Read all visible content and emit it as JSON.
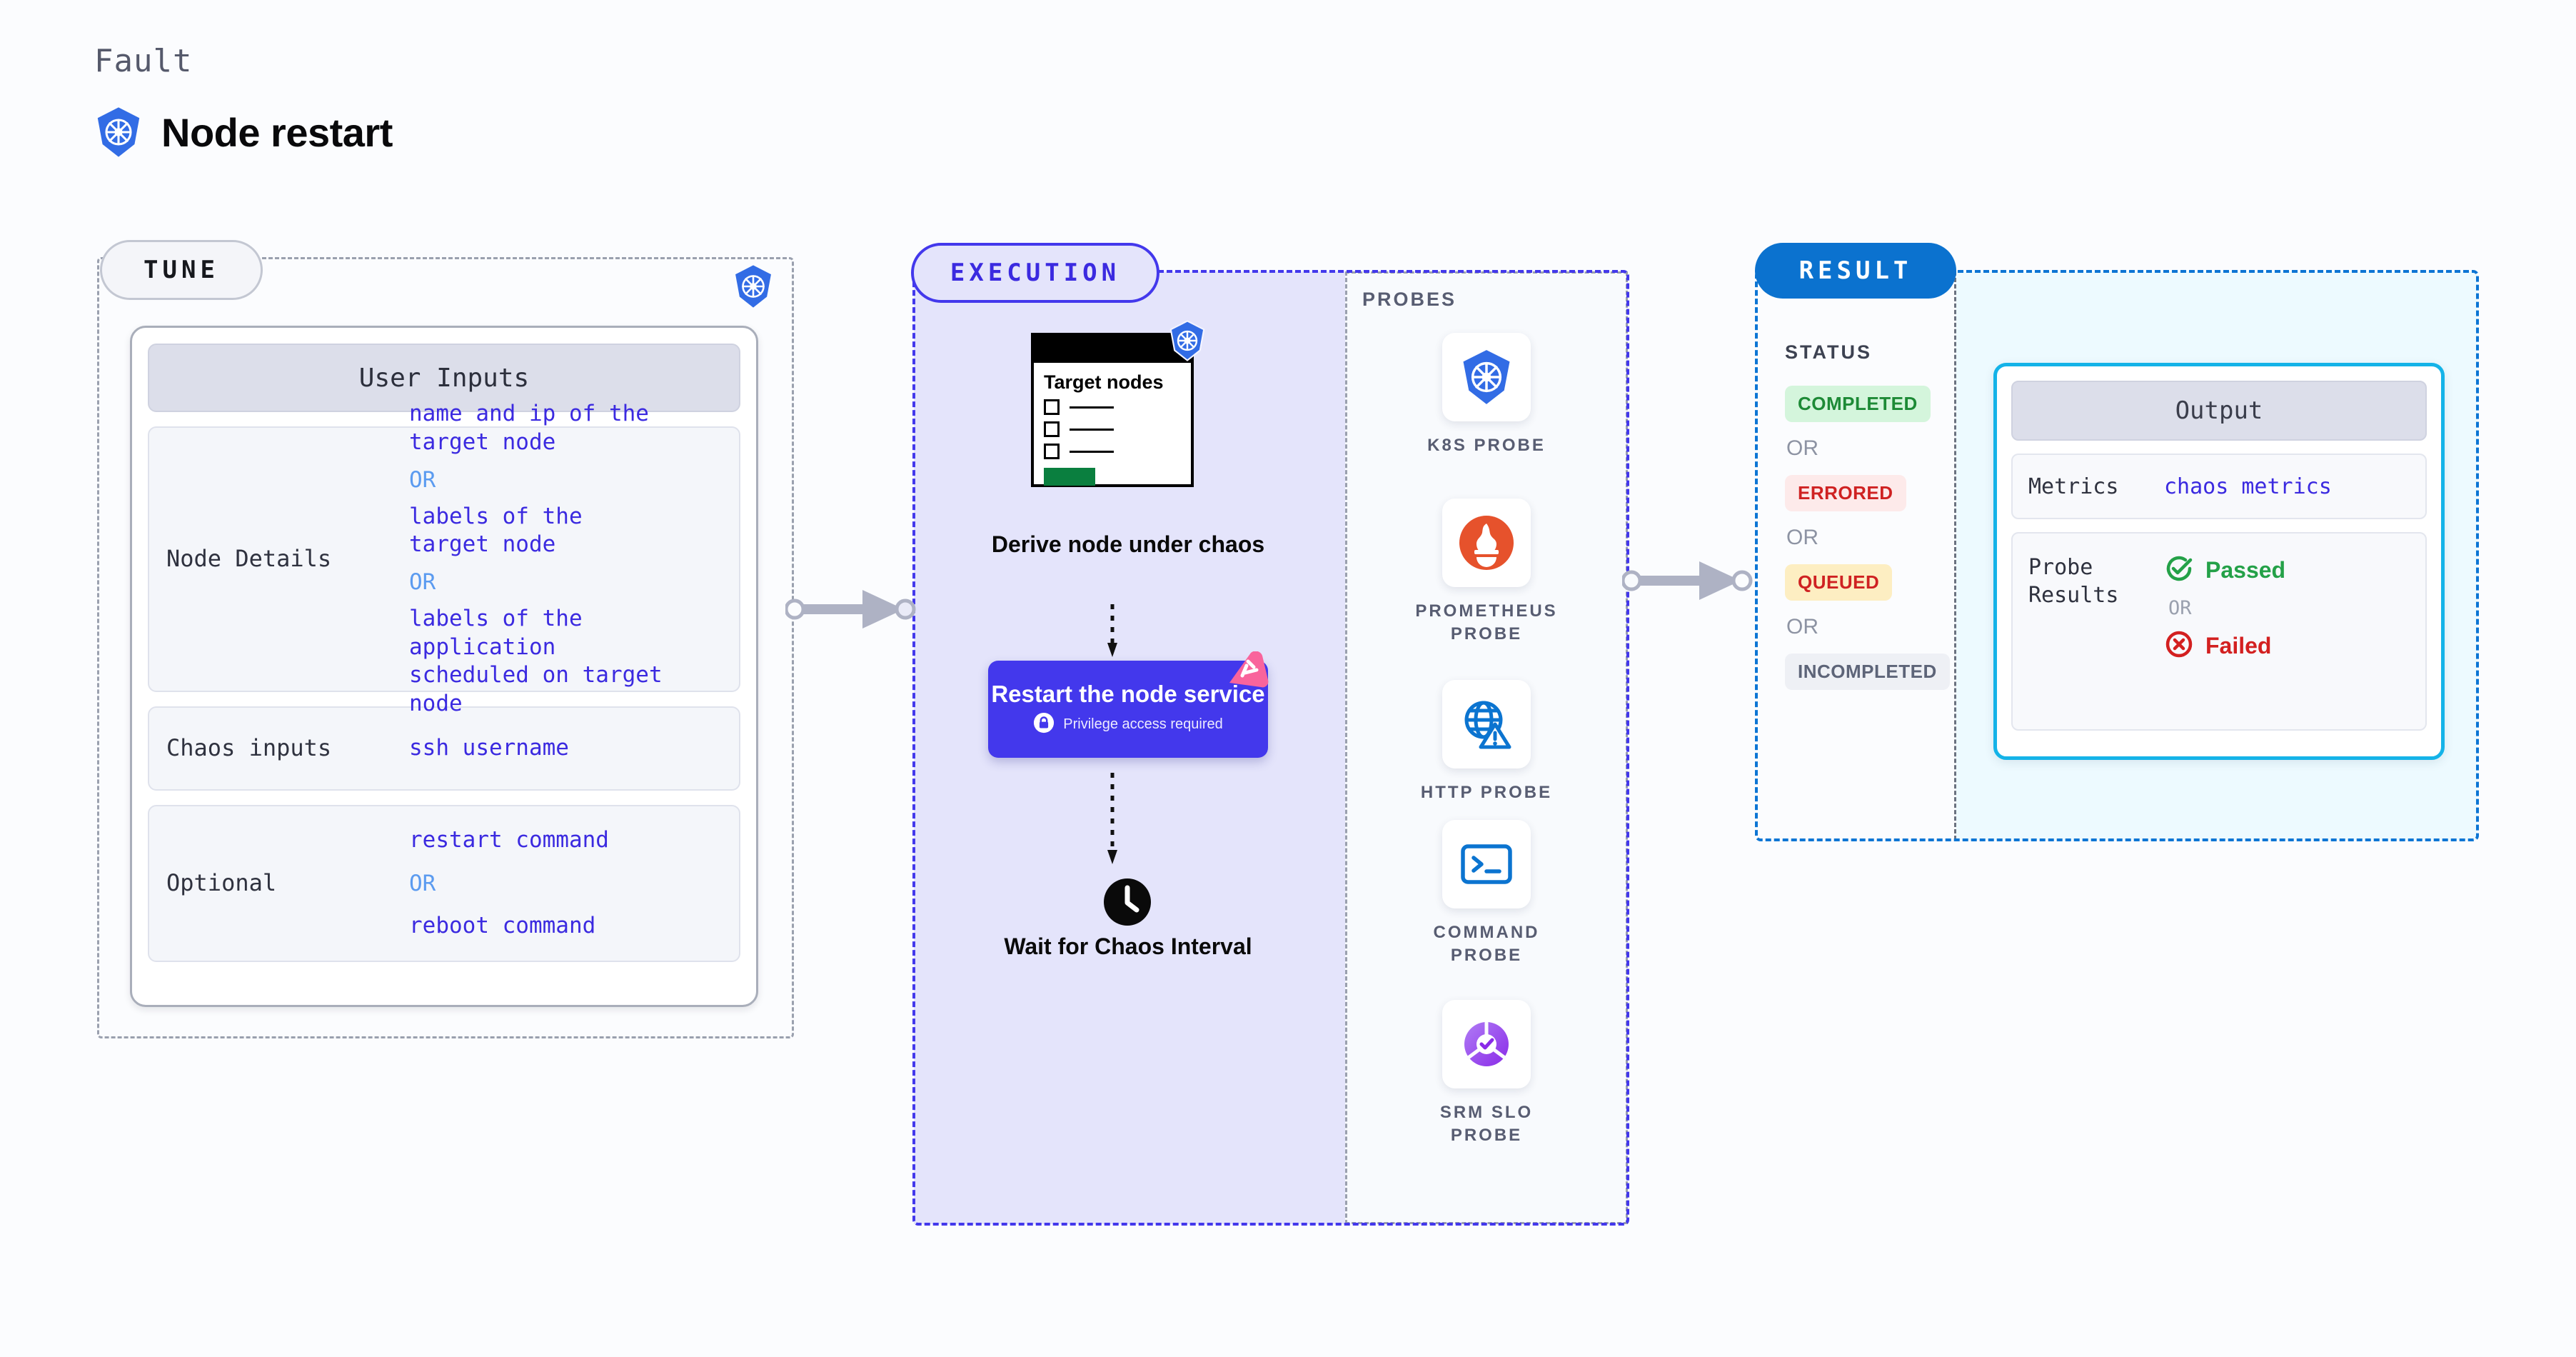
{
  "header": {
    "eyebrow": "Fault",
    "title": "Node restart",
    "icon": "kubernetes-icon"
  },
  "colors": {
    "accent_tune": "#c3c7d2",
    "accent_execution": "#4338ec",
    "accent_result": "#0b72cf",
    "output_border": "#14b3e8",
    "value_blue": "#3b2ae0",
    "or_blue": "#5b9bf0",
    "passed_green": "#24a148",
    "failed_red": "#d32020"
  },
  "tune": {
    "pill_label": "TUNE",
    "corner_icon": "kubernetes-icon",
    "card_header": "User Inputs",
    "rows": [
      {
        "key": "Node Details",
        "values": [
          "name and ip of the\ntarget node",
          "labels of the\ntarget node",
          "labels of the application\n scheduled on target node"
        ],
        "separator": "OR"
      },
      {
        "key": "Chaos inputs",
        "values": [
          "ssh username"
        ],
        "separator": ""
      },
      {
        "key": "Optional",
        "values": [
          "restart command",
          "reboot command"
        ],
        "separator": "OR"
      }
    ]
  },
  "connectors": [
    {
      "name": "tune-to-execution"
    },
    {
      "name": "execution-to-result"
    }
  ],
  "execution": {
    "pill_label": "EXECUTION",
    "node_card": {
      "title": "Target\nnodes",
      "icon": "kubernetes-icon",
      "list_items": 3,
      "progress_color": "#0a7f3f"
    },
    "derive_label": "Derive node under\nchaos",
    "restart_button": {
      "title": "Restart the node\nservice",
      "privilege_note": "Privilege access required",
      "lock_icon": "lock-icon",
      "ribbon_icon": "chaos-ribbon-icon"
    },
    "wait_step": {
      "icon": "clock-icon",
      "label": "Wait for Chaos\nInterval"
    },
    "probes": {
      "section_label": "PROBES",
      "items": [
        {
          "name": "K8S PROBE",
          "icon": "kubernetes-probe-icon"
        },
        {
          "name": "PROMETHEUS\nPROBE",
          "icon": "prometheus-probe-icon"
        },
        {
          "name": "HTTP PROBE",
          "icon": "http-probe-icon"
        },
        {
          "name": "COMMAND\nPROBE",
          "icon": "command-probe-icon"
        },
        {
          "name": "SRM SLO\nPROBE",
          "icon": "srm-slo-probe-icon"
        }
      ]
    }
  },
  "result": {
    "pill_label": "RESULT",
    "status_label": "STATUS",
    "separator": "OR",
    "statuses": [
      {
        "label": "COMPLETED",
        "bg": "#d4f5dc",
        "fg": "#1d8a36"
      },
      {
        "label": "ERRORED",
        "bg": "#fdeaea",
        "fg": "#cf2222"
      },
      {
        "label": "QUEUED",
        "bg": "#fdeec2",
        "fg": "#cf2222"
      },
      {
        "label": "INCOMPLETED",
        "bg": "#eef0f5",
        "fg": "#5d6478"
      }
    ],
    "output": {
      "header": "Output",
      "metrics_key": "Metrics",
      "metrics_value": "chaos metrics",
      "probe_results_key": "Probe\nResults",
      "passed_label": "Passed",
      "failed_label": "Failed",
      "separator": "OR"
    }
  }
}
